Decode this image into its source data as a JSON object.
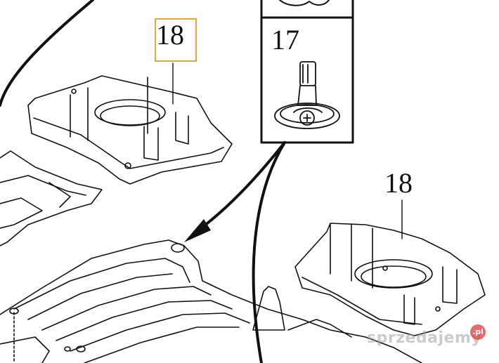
{
  "diagram": {
    "callouts": {
      "part_a_top": "18",
      "part_b": "17",
      "part_a_right": "18"
    },
    "highlight_color": "#e8a63a"
  },
  "watermark": {
    "text": "sprzedajemy",
    "badge": ".pl"
  }
}
